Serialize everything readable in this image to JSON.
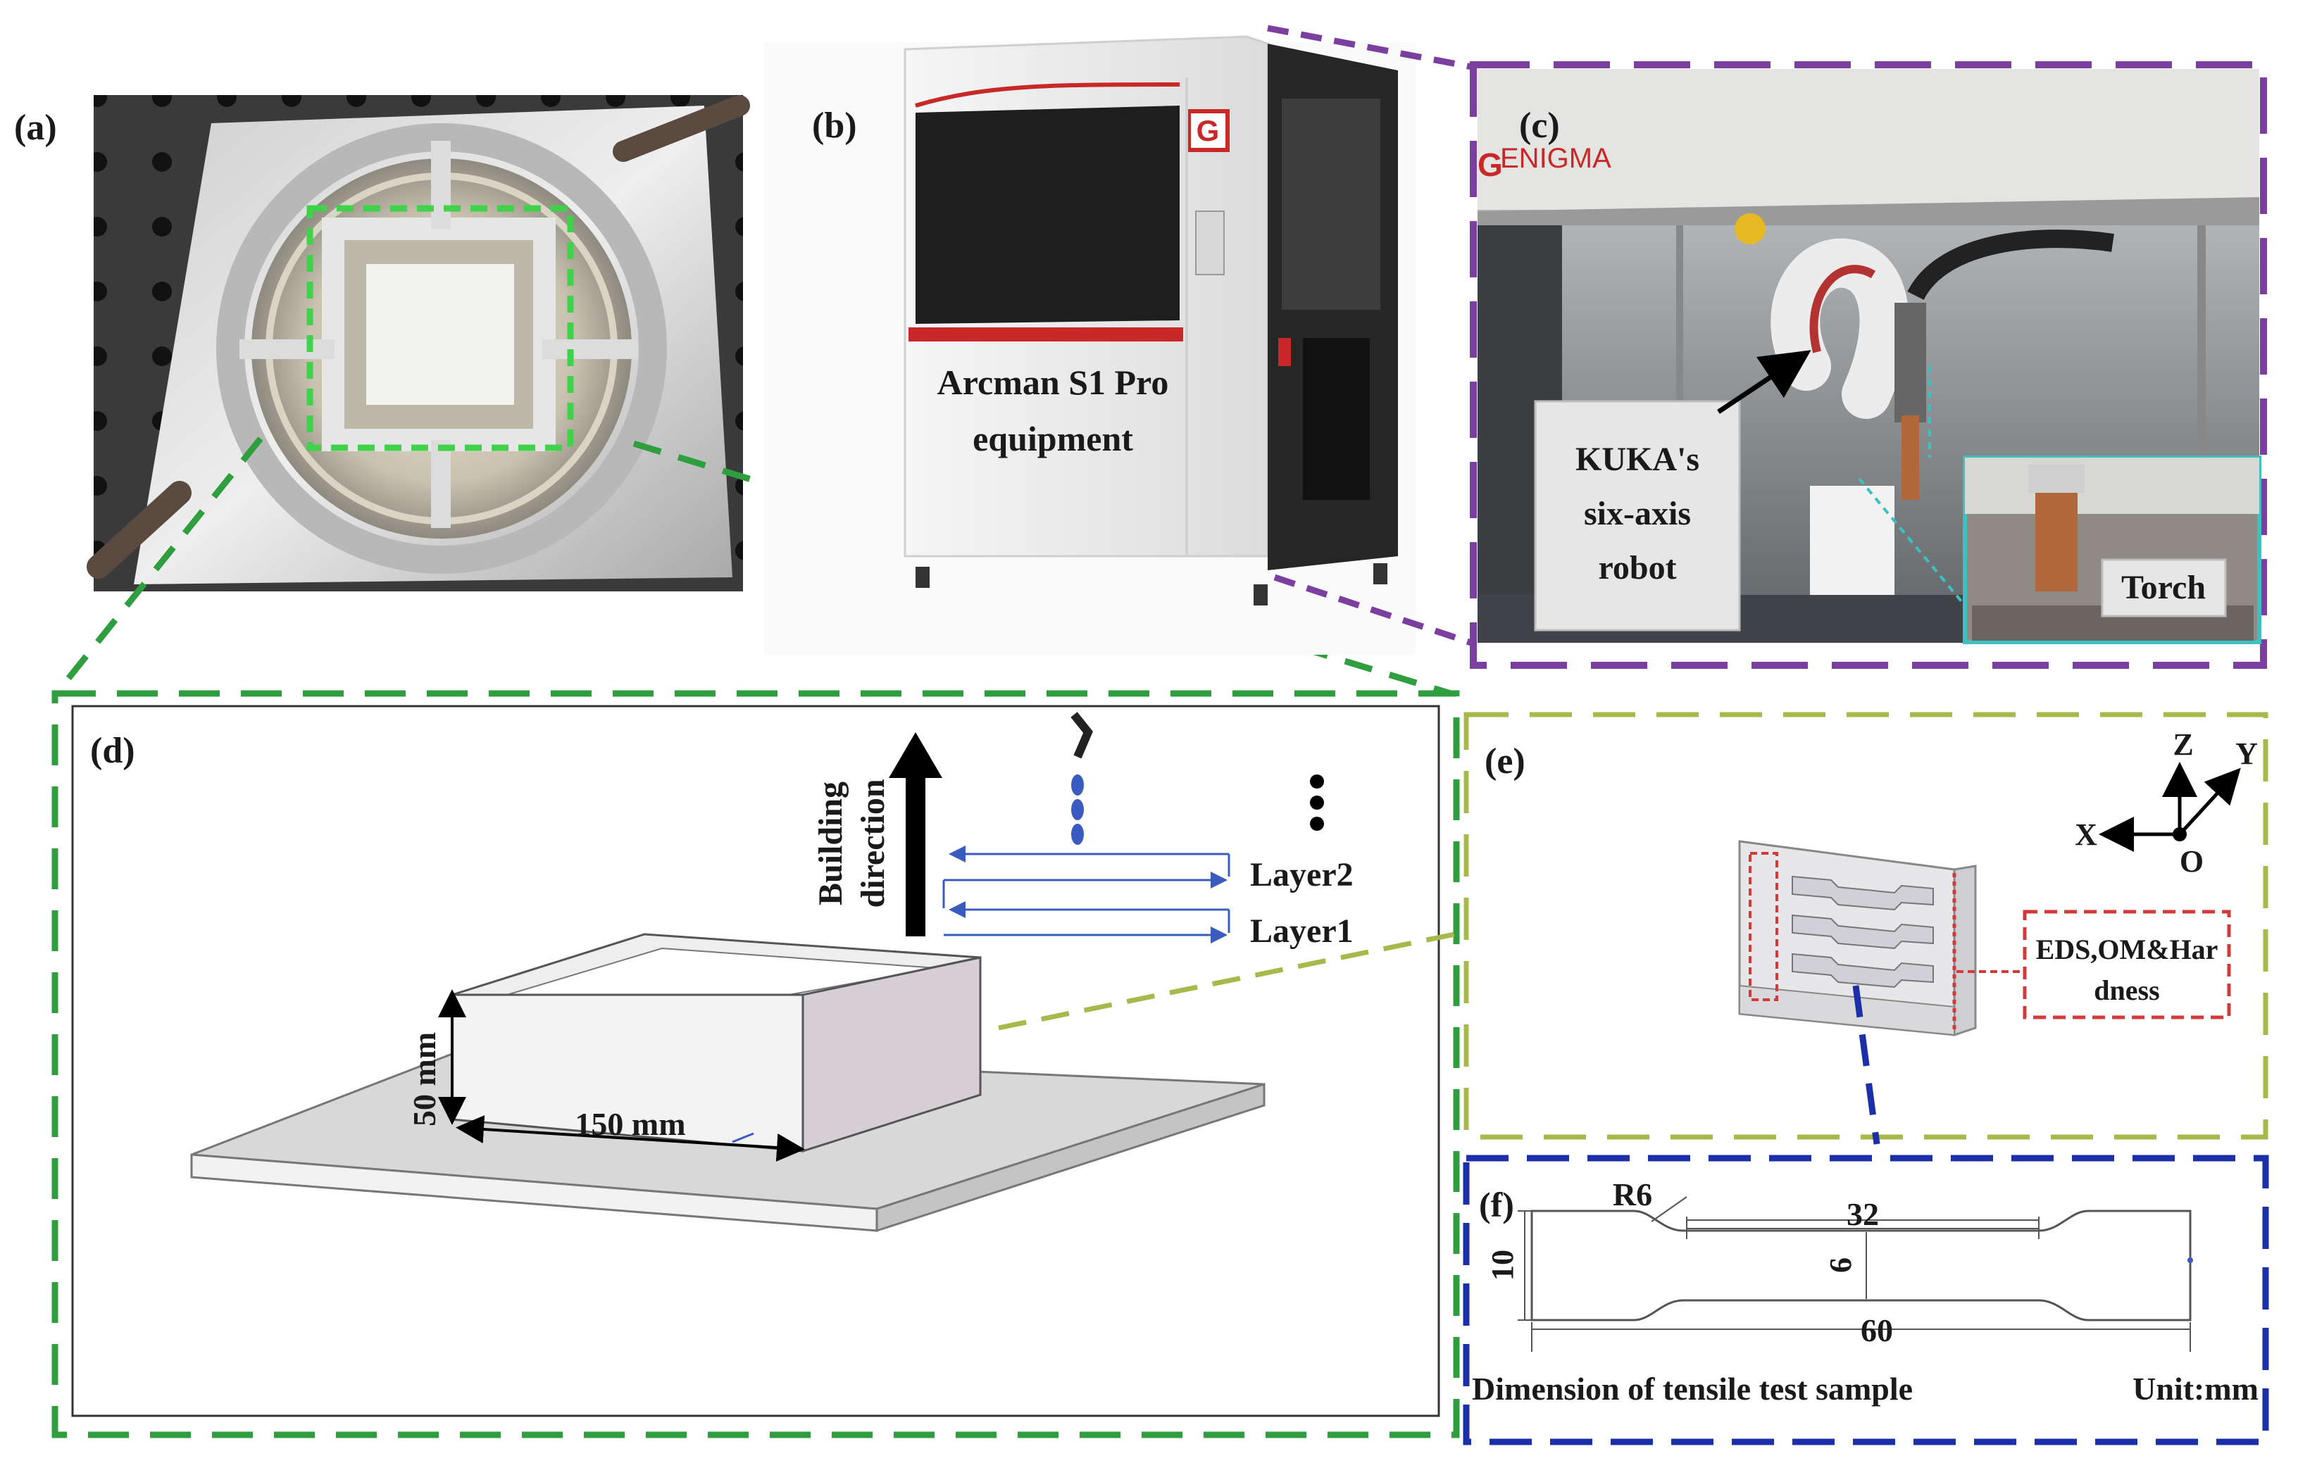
{
  "panels": {
    "a": {
      "label": "(a)"
    },
    "b": {
      "label": "(b)",
      "caption_line1": "Arcman S1 Pro",
      "caption_line2": "equipment",
      "logo_letter": "G"
    },
    "c": {
      "label": "(c)",
      "brand": "ENIGMA",
      "robot_line1": "KUKA's",
      "robot_line2": "six-axis",
      "robot_line3": "robot",
      "torch": "Torch"
    },
    "d": {
      "label": "(d)",
      "build_dir_line1": "Building",
      "build_dir_line2": "direction",
      "layer2": "Layer2",
      "layer1": "Layer1",
      "height": "50 mm",
      "width": "150 mm"
    },
    "e": {
      "label": "(e)",
      "axis_z": "Z",
      "axis_y": "Y",
      "axis_x": "X",
      "axis_o": "O",
      "box_line1": "EDS,OM&Har",
      "box_line2": "dness"
    },
    "f": {
      "label": "(f)",
      "r6": "R6",
      "dim32": "32",
      "dim10": "10",
      "dim6": "6",
      "dim60": "60",
      "caption": "Dimension of tensile test sample",
      "unit": "Unit:mm"
    }
  },
  "colors": {
    "green_dash": "#2e9e3f",
    "purple_dash": "#7b3fa0",
    "olive_dash": "#a8b84a",
    "blue_dash": "#1c2fa8",
    "teal": "#3fbfbf",
    "red_dash": "#d23a3a"
  }
}
